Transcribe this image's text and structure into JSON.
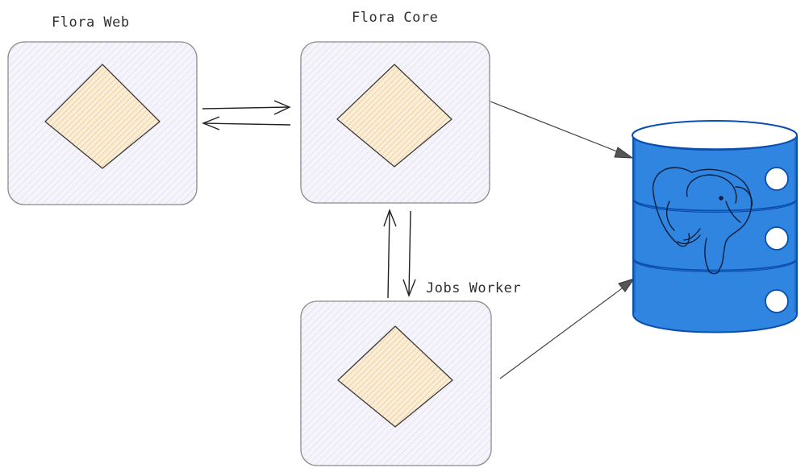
{
  "diagram": {
    "nodes": [
      {
        "id": "flora-web",
        "label": "Flora Web"
      },
      {
        "id": "flora-core",
        "label": "Flora Core"
      },
      {
        "id": "jobs-worker",
        "label": "Jobs Worker"
      },
      {
        "id": "database",
        "label": ""
      }
    ],
    "edges": [
      {
        "from": "flora-web",
        "to": "flora-core"
      },
      {
        "from": "flora-core",
        "to": "flora-web"
      },
      {
        "from": "flora-core",
        "to": "jobs-worker"
      },
      {
        "from": "jobs-worker",
        "to": "flora-core"
      },
      {
        "from": "flora-core",
        "to": "database"
      },
      {
        "from": "jobs-worker",
        "to": "database"
      }
    ],
    "colors": {
      "box_fill": "#f3f0fa",
      "box_stroke": "#8a8a8a",
      "diamond_fill": "#fae6c8",
      "diamond_hatch": "#e8b46a",
      "diamond_stroke": "#3a3a3a",
      "db_fill": "#2f85e0",
      "db_stroke": "#0b4fae",
      "arrow": "#333333"
    },
    "icons": {
      "database": "postgresql-elephant-icon"
    }
  }
}
